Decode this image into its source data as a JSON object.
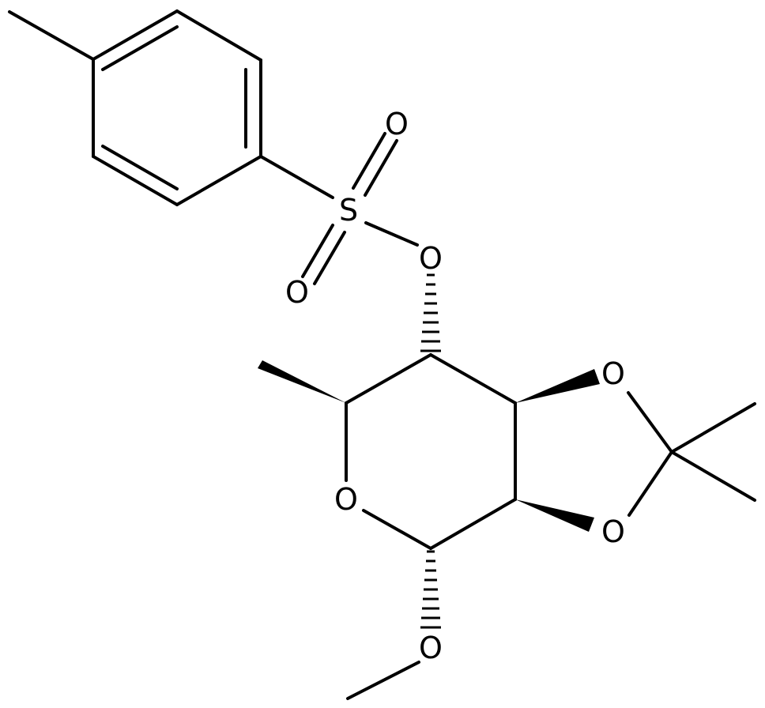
{
  "diagram": {
    "atoms": [
      {
        "id": "O_sulfonyl_top",
        "label": "O"
      },
      {
        "id": "S",
        "label": "S"
      },
      {
        "id": "O_sulfonyl_bottom",
        "label": "O"
      },
      {
        "id": "O_ester",
        "label": "O"
      },
      {
        "id": "O_dioxolane_top",
        "label": "O"
      },
      {
        "id": "O_dioxolane_bottom",
        "label": "O"
      },
      {
        "id": "O_ring",
        "label": "O"
      },
      {
        "id": "O_methoxy",
        "label": "O"
      }
    ],
    "colors": {
      "bond": "#000000",
      "label": "#000000",
      "background": "#ffffff"
    }
  }
}
